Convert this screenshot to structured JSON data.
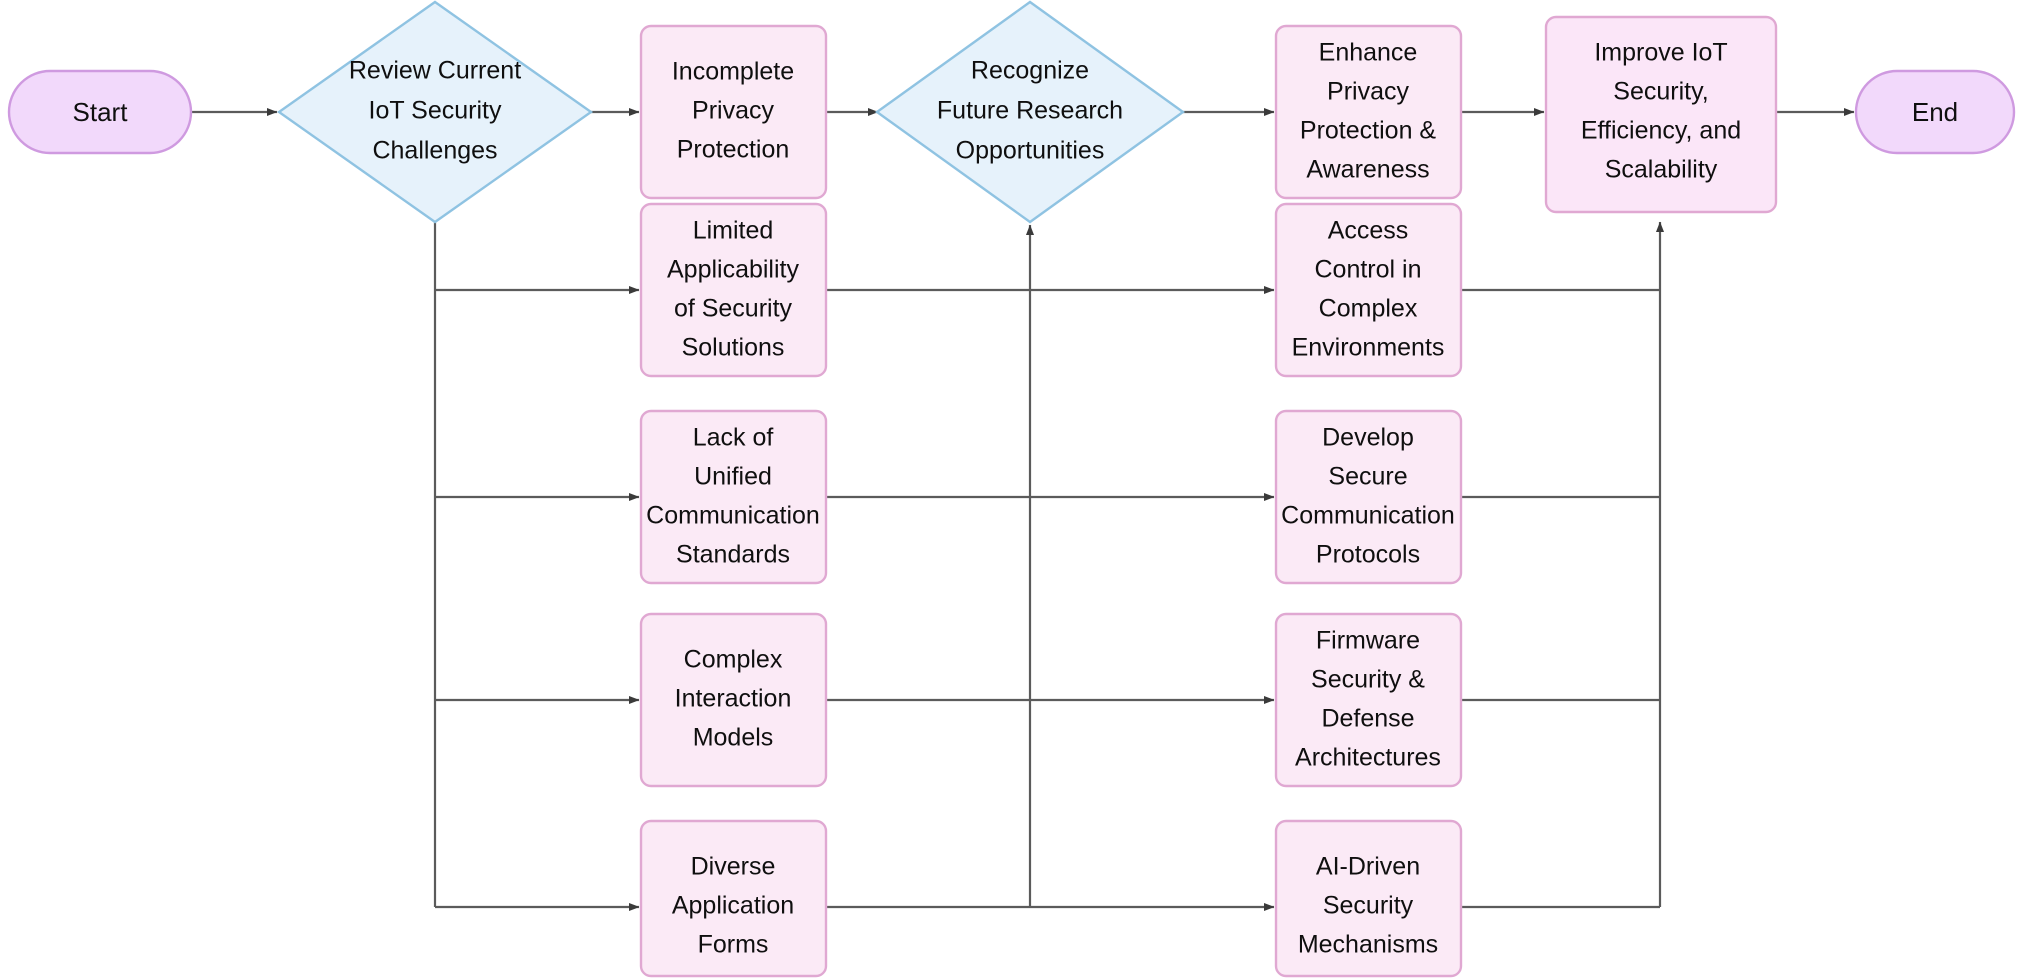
{
  "diagram": {
    "title": "IoT Security Review Flowchart",
    "type": "flowchart",
    "colors": {
      "background": "#ffffff",
      "terminator_fill": "#f2d9fb",
      "terminator_stroke": "#cf9ae0",
      "process_fill": "#fbeaf6",
      "process_stroke": "#e0a8d2",
      "decision_fill": "#e6f2fb",
      "decision_stroke": "#8fc3e2",
      "edge_stroke": "#5b5b5b",
      "text": "#0f0f0f"
    }
  },
  "nodes": {
    "start": {
      "label": "Start",
      "shape": "terminator"
    },
    "decision1": {
      "label_lines": [
        "Review Current",
        "IoT Security",
        "Challenges"
      ],
      "shape": "decision"
    },
    "decision2": {
      "label_lines": [
        "Recognize",
        "Future Research",
        "Opportunities"
      ],
      "shape": "decision"
    },
    "goal": {
      "label_lines": [
        "Improve IoT",
        "Security,",
        "Efficiency, and",
        "Scalability"
      ],
      "shape": "process"
    },
    "end": {
      "label": "End",
      "shape": "terminator"
    }
  },
  "challenges": [
    {
      "id": "challenge-1",
      "label_lines": [
        "Incomplete",
        "Privacy",
        "Protection"
      ]
    },
    {
      "id": "challenge-2",
      "label_lines": [
        "Limited",
        "Applicability",
        "of Security",
        "Solutions"
      ]
    },
    {
      "id": "challenge-3",
      "label_lines": [
        "Lack of",
        "Unified",
        "Communication",
        "Standards"
      ]
    },
    {
      "id": "challenge-4",
      "label_lines": [
        "Complex",
        "Interaction",
        "Models"
      ]
    },
    {
      "id": "challenge-5",
      "label_lines": [
        "Diverse",
        "Application",
        "Forms"
      ]
    }
  ],
  "opportunities": [
    {
      "id": "opportunity-1",
      "label_lines": [
        "Enhance",
        "Privacy",
        "Protection &",
        "Awareness"
      ]
    },
    {
      "id": "opportunity-2",
      "label_lines": [
        "Access",
        "Control in",
        "Complex",
        "Environments"
      ]
    },
    {
      "id": "opportunity-3",
      "label_lines": [
        "Develop",
        "Secure",
        "Communication",
        "Protocols"
      ]
    },
    {
      "id": "opportunity-4",
      "label_lines": [
        "Firmware",
        "Security &",
        "Defense",
        "Architectures"
      ]
    },
    {
      "id": "opportunity-5",
      "label_lines": [
        "AI-Driven",
        "Security",
        "Mechanisms"
      ]
    }
  ]
}
